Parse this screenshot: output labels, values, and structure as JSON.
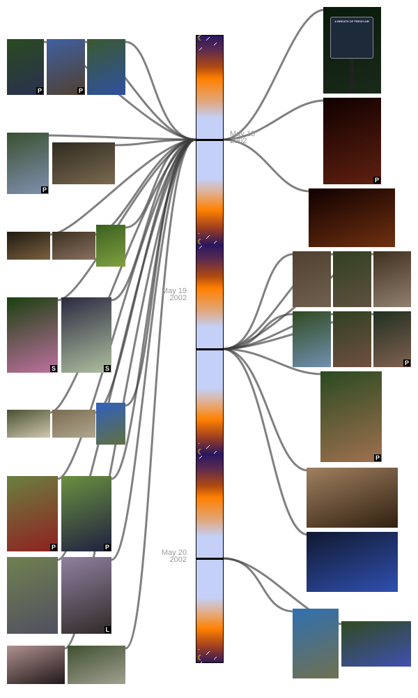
{
  "timeline": {
    "dates": [
      {
        "label_month_day": "May 18",
        "label_year": "2002"
      },
      {
        "label_month_day": "May 19",
        "label_year": "2002"
      },
      {
        "label_month_day": "May 20",
        "label_year": "2002"
      }
    ],
    "moon_icon": "crescent-moon-icon"
  },
  "photos": [
    {
      "badge": "P",
      "colors": [
        "#2a4a20",
        "#2a3050"
      ]
    },
    {
      "badge": "P",
      "colors": [
        "#4060a0",
        "#504030"
      ]
    },
    {
      "badge": "",
      "colors": [
        "#3a5a30",
        "#3050a0"
      ]
    },
    {
      "badge": "P",
      "colors": [
        "#3a5030",
        "#8090b0"
      ]
    },
    {
      "badge": "",
      "colors": [
        "#302a20",
        "#7a6a50"
      ]
    },
    {
      "badge": "",
      "colors": [
        "#201a10",
        "#7a6040"
      ]
    },
    {
      "badge": "",
      "colors": [
        "#3a3020",
        "#8a7060"
      ]
    },
    {
      "badge": "",
      "colors": [
        "#3a6020",
        "#80a040"
      ]
    },
    {
      "badge": "S",
      "colors": [
        "#1a4010",
        "#c070a0"
      ]
    },
    {
      "badge": "S",
      "colors": [
        "#2a2a40",
        "#b0c0a0"
      ]
    },
    {
      "badge": "",
      "colors": [
        "#4a5030",
        "#d0c8b0"
      ]
    },
    {
      "badge": "",
      "colors": [
        "#7a6a50",
        "#b0a890"
      ]
    },
    {
      "badge": "",
      "colors": [
        "#3060c0",
        "#607040"
      ]
    },
    {
      "badge": "P",
      "colors": [
        "#6a8040",
        "#902020"
      ]
    },
    {
      "badge": "P",
      "colors": [
        "#6a9040",
        "#202040"
      ]
    },
    {
      "badge": "",
      "colors": [
        "#708050",
        "#505060"
      ]
    },
    {
      "badge": "L",
      "colors": [
        "#9080a0",
        "#302a28"
      ]
    },
    {
      "badge": "",
      "colors": [
        "#b09090",
        "#201818"
      ]
    },
    {
      "badge": "",
      "colors": [
        "#405030",
        "#a0a090"
      ]
    },
    {
      "badge": "",
      "colors": [
        "#0a1a0a",
        "#1a2a1a"
      ],
      "sign_text": "A BREATH OF FRESH AIR"
    },
    {
      "badge": "P",
      "colors": [
        "#100000",
        "#602010"
      ]
    },
    {
      "badge": "",
      "colors": [
        "#100000",
        "#703010"
      ]
    },
    {
      "badge": "",
      "colors": [
        "#504030",
        "#706050"
      ]
    },
    {
      "badge": "",
      "colors": [
        "#304020",
        "#605040"
      ]
    },
    {
      "badge": "",
      "colors": [
        "#403020",
        "#908070"
      ]
    },
    {
      "badge": "",
      "colors": [
        "#304a20",
        "#7090b0"
      ]
    },
    {
      "badge": "",
      "colors": [
        "#304020",
        "#705040"
      ]
    },
    {
      "badge": "P",
      "colors": [
        "#203020",
        "#806050"
      ]
    },
    {
      "badge": "P",
      "colors": [
        "#2a4a20",
        "#a07050"
      ]
    },
    {
      "badge": "",
      "colors": [
        "#a08060",
        "#302010"
      ]
    },
    {
      "badge": "",
      "colors": [
        "#101830",
        "#3050b0"
      ]
    },
    {
      "badge": "",
      "colors": [
        "#3070b0",
        "#707050"
      ]
    },
    {
      "badge": "",
      "colors": [
        "#304a20",
        "#4050b0"
      ]
    }
  ]
}
